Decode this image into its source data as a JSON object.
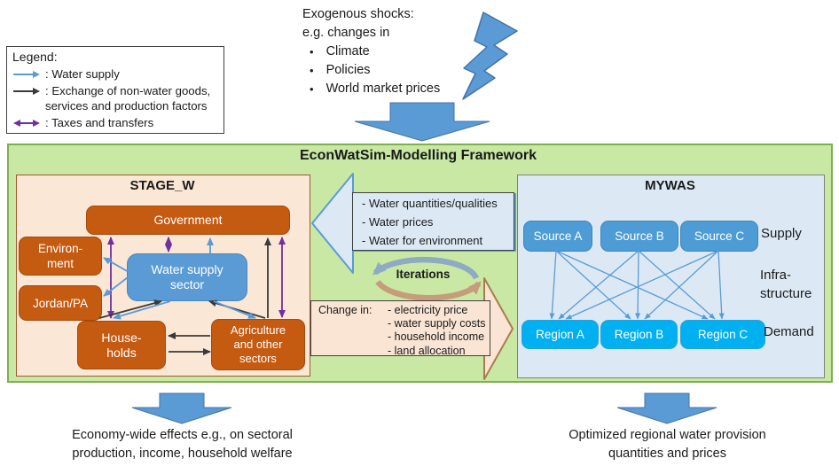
{
  "colors": {
    "water_arrow": "#5B9BD5",
    "goods_arrow": "#3A3A3A",
    "taxes_arrow": "#7030A0",
    "framework_bg": "#C9E8A4",
    "framework_border": "#7EAF50",
    "stage_bg": "#FBE7D6",
    "stage_border": "#9C5A2E",
    "sector_box": "#C55A11",
    "water_box": "#5B9BD5",
    "mywas_bg": "#DCE9F5",
    "mywas_border": "#808080",
    "source_box": "#4E9CD5",
    "region_box": "#00B0F0",
    "shape_blue": "#5B9BD5",
    "shape_blue_border": "#4472A8",
    "left_arrow_bg": "#DCE9F5",
    "left_arrow_border": "#5B9BD5",
    "right_arrow_bg": "#FAE5D4",
    "right_arrow_border": "#A97C50",
    "textbox_border": "#404040",
    "iter_top_arc": "#8FAAC3",
    "iter_bottom_arc": "#C69C7B"
  },
  "legend": {
    "title": "Legend:",
    "items": [
      {
        "icon": "water-supply-arrow",
        "lines": [
          ": Water supply"
        ]
      },
      {
        "icon": "goods-exchange-arrow",
        "lines": [
          ": Exchange of non-water goods,",
          "services and production factors"
        ]
      },
      {
        "icon": "taxes-transfers-arrow",
        "lines": [
          ": Taxes and transfers"
        ]
      }
    ]
  },
  "exogenous_shocks": {
    "title": "Exogenous shocks:",
    "subtitle": "e.g. changes in",
    "bullet_char": "•",
    "bullets": [
      "Climate",
      "Policies",
      "World market prices"
    ]
  },
  "framework_title": "EconWatSim-Modelling Framework",
  "stage_w": {
    "title": "STAGE_W",
    "government": "Government",
    "environment_lines": [
      "Environ-",
      "ment"
    ],
    "jordan": "Jordan/PA",
    "water_supply_lines": [
      "Water supply",
      "sector"
    ],
    "households_lines": [
      "House-",
      "holds"
    ],
    "agriculture_lines": [
      "Agriculture",
      "and other",
      "sectors"
    ]
  },
  "mywas": {
    "title": "MYWAS",
    "sources": [
      "Source A",
      "Source B",
      "Source C"
    ],
    "regions": [
      "Region A",
      "Region B",
      "Region C"
    ],
    "labels": {
      "supply": "Supply",
      "infrastructure_lines": [
        "Infra-",
        "structure"
      ],
      "demand": "Demand"
    }
  },
  "flows": {
    "to_stage_lines": [
      "- Water quantities/qualities",
      "- Water prices",
      "- Water for environment"
    ],
    "iterations_label": "Iterations",
    "to_mywas": {
      "label": "Change in:",
      "items": [
        "- electricity price",
        "- water supply costs",
        "- household income",
        "- land allocation"
      ]
    }
  },
  "outcomes": {
    "left_lines": [
      "Economy-wide effects e.g., on sectoral",
      "production, income, household welfare"
    ],
    "right_lines": [
      "Optimized regional water provision",
      "quantities and prices"
    ]
  }
}
